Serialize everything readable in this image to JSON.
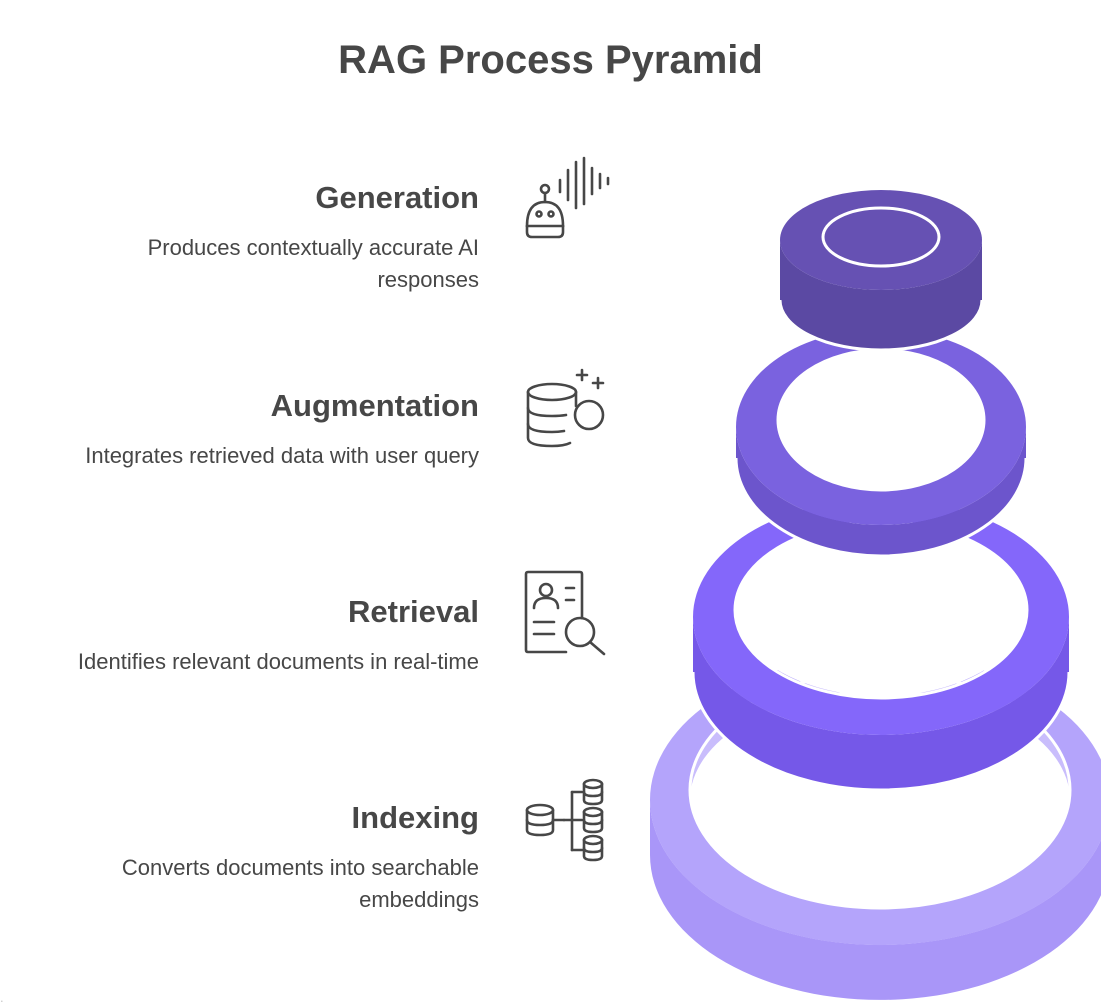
{
  "title": "RAG Process Pyramid",
  "levels": [
    {
      "name": "Generation",
      "description": "Produces contextually accurate AI responses",
      "icon": "robot-voice-icon",
      "color": "#5b49a3"
    },
    {
      "name": "Augmentation",
      "description": "Integrates retrieved data with user query",
      "icon": "database-plus-icon",
      "color": "#7a62df"
    },
    {
      "name": "Retrieval",
      "description": "Identifies relevant documents in real-time",
      "icon": "document-search-icon",
      "color": "#8467fa"
    },
    {
      "name": "Indexing",
      "description": "Converts documents into searchable embeddings",
      "icon": "database-tree-icon",
      "color": "#b4a4fb"
    }
  ]
}
